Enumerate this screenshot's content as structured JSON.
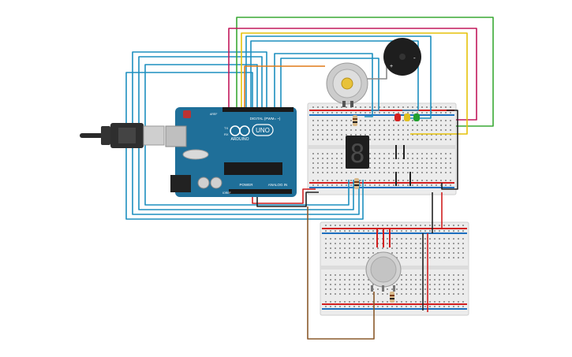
{
  "board": {
    "logo_text": "UNO",
    "brand_text": "ARDUINO",
    "digital_label": "DIGITAL (PWM= ~)",
    "power_label": "POWER",
    "analog_label": "ANALOG IN",
    "tx_label": "TX",
    "rx_label": "RX",
    "aref_label": "AREF",
    "ioref_label": "IOREF"
  },
  "buzzer": {
    "minus_label": "-",
    "plus_label": "+"
  },
  "display": {
    "digit": "8"
  },
  "colors": {
    "board": "#1f6f99",
    "wire_blue": "#1d8fbf",
    "wire_green": "#3aa935",
    "wire_magenta": "#c2185b",
    "wire_yellow": "#e6c20a",
    "wire_orange": "#e07b18",
    "wire_red": "#d11f1f",
    "wire_black": "#222222",
    "wire_brown": "#8a5a2b",
    "breadboard": "#eeeeee",
    "led_red": "#d42020",
    "led_yellow": "#e0c020",
    "led_green": "#22a030"
  }
}
